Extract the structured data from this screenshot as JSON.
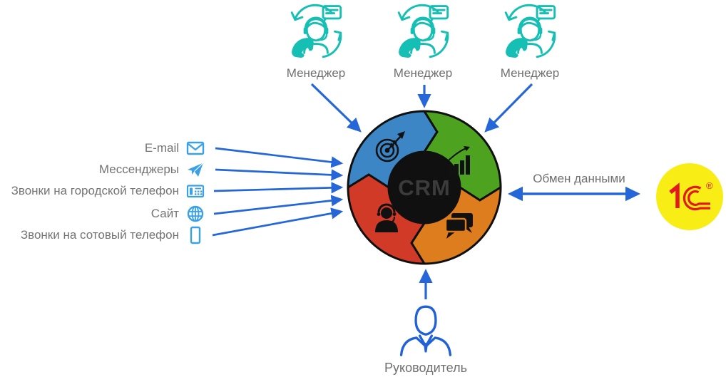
{
  "top_managers": {
    "icon": "call-operator-icon",
    "items": [
      {
        "label": "Менеджер"
      },
      {
        "label": "Менеджер"
      },
      {
        "label": "Менеджер"
      }
    ]
  },
  "channels": {
    "items": [
      {
        "label": "E-mail",
        "icon": "email-envelope-icon"
      },
      {
        "label": "Мессенджеры",
        "icon": "paper-plane-icon"
      },
      {
        "label": "Звонки на городской телефон",
        "icon": "desk-phone-icon"
      },
      {
        "label": "Сайт",
        "icon": "globe-icon"
      },
      {
        "label": "Звонки на сотовый телефон",
        "icon": "mobile-phone-icon"
      }
    ]
  },
  "crm_wheel": {
    "center_label": "CRM",
    "center_color": "#101010",
    "segments": [
      {
        "position": "top-left",
        "color": "#3d86c6",
        "icon": "target-goal-icon"
      },
      {
        "position": "top-right",
        "color": "#4da31f",
        "icon": "growth-chart-icon"
      },
      {
        "position": "bottom-left",
        "color": "#d23a28",
        "icon": "support-agent-icon"
      },
      {
        "position": "bottom-right",
        "color": "#dd7d1e",
        "icon": "chat-bubbles-icon"
      }
    ]
  },
  "exchange": {
    "label": "Обмен данными"
  },
  "one_c": {
    "label": "1С",
    "registered": "®",
    "circle_color": "#f8ee16",
    "logo_color": "#e3191f"
  },
  "director": {
    "label": "Руководитель"
  },
  "palette": {
    "arrow_blue": "#2566d9",
    "channel_icon_blue": "#3aa1e8",
    "manager_teal": "#16bfb4",
    "label_gray": "#747474"
  }
}
